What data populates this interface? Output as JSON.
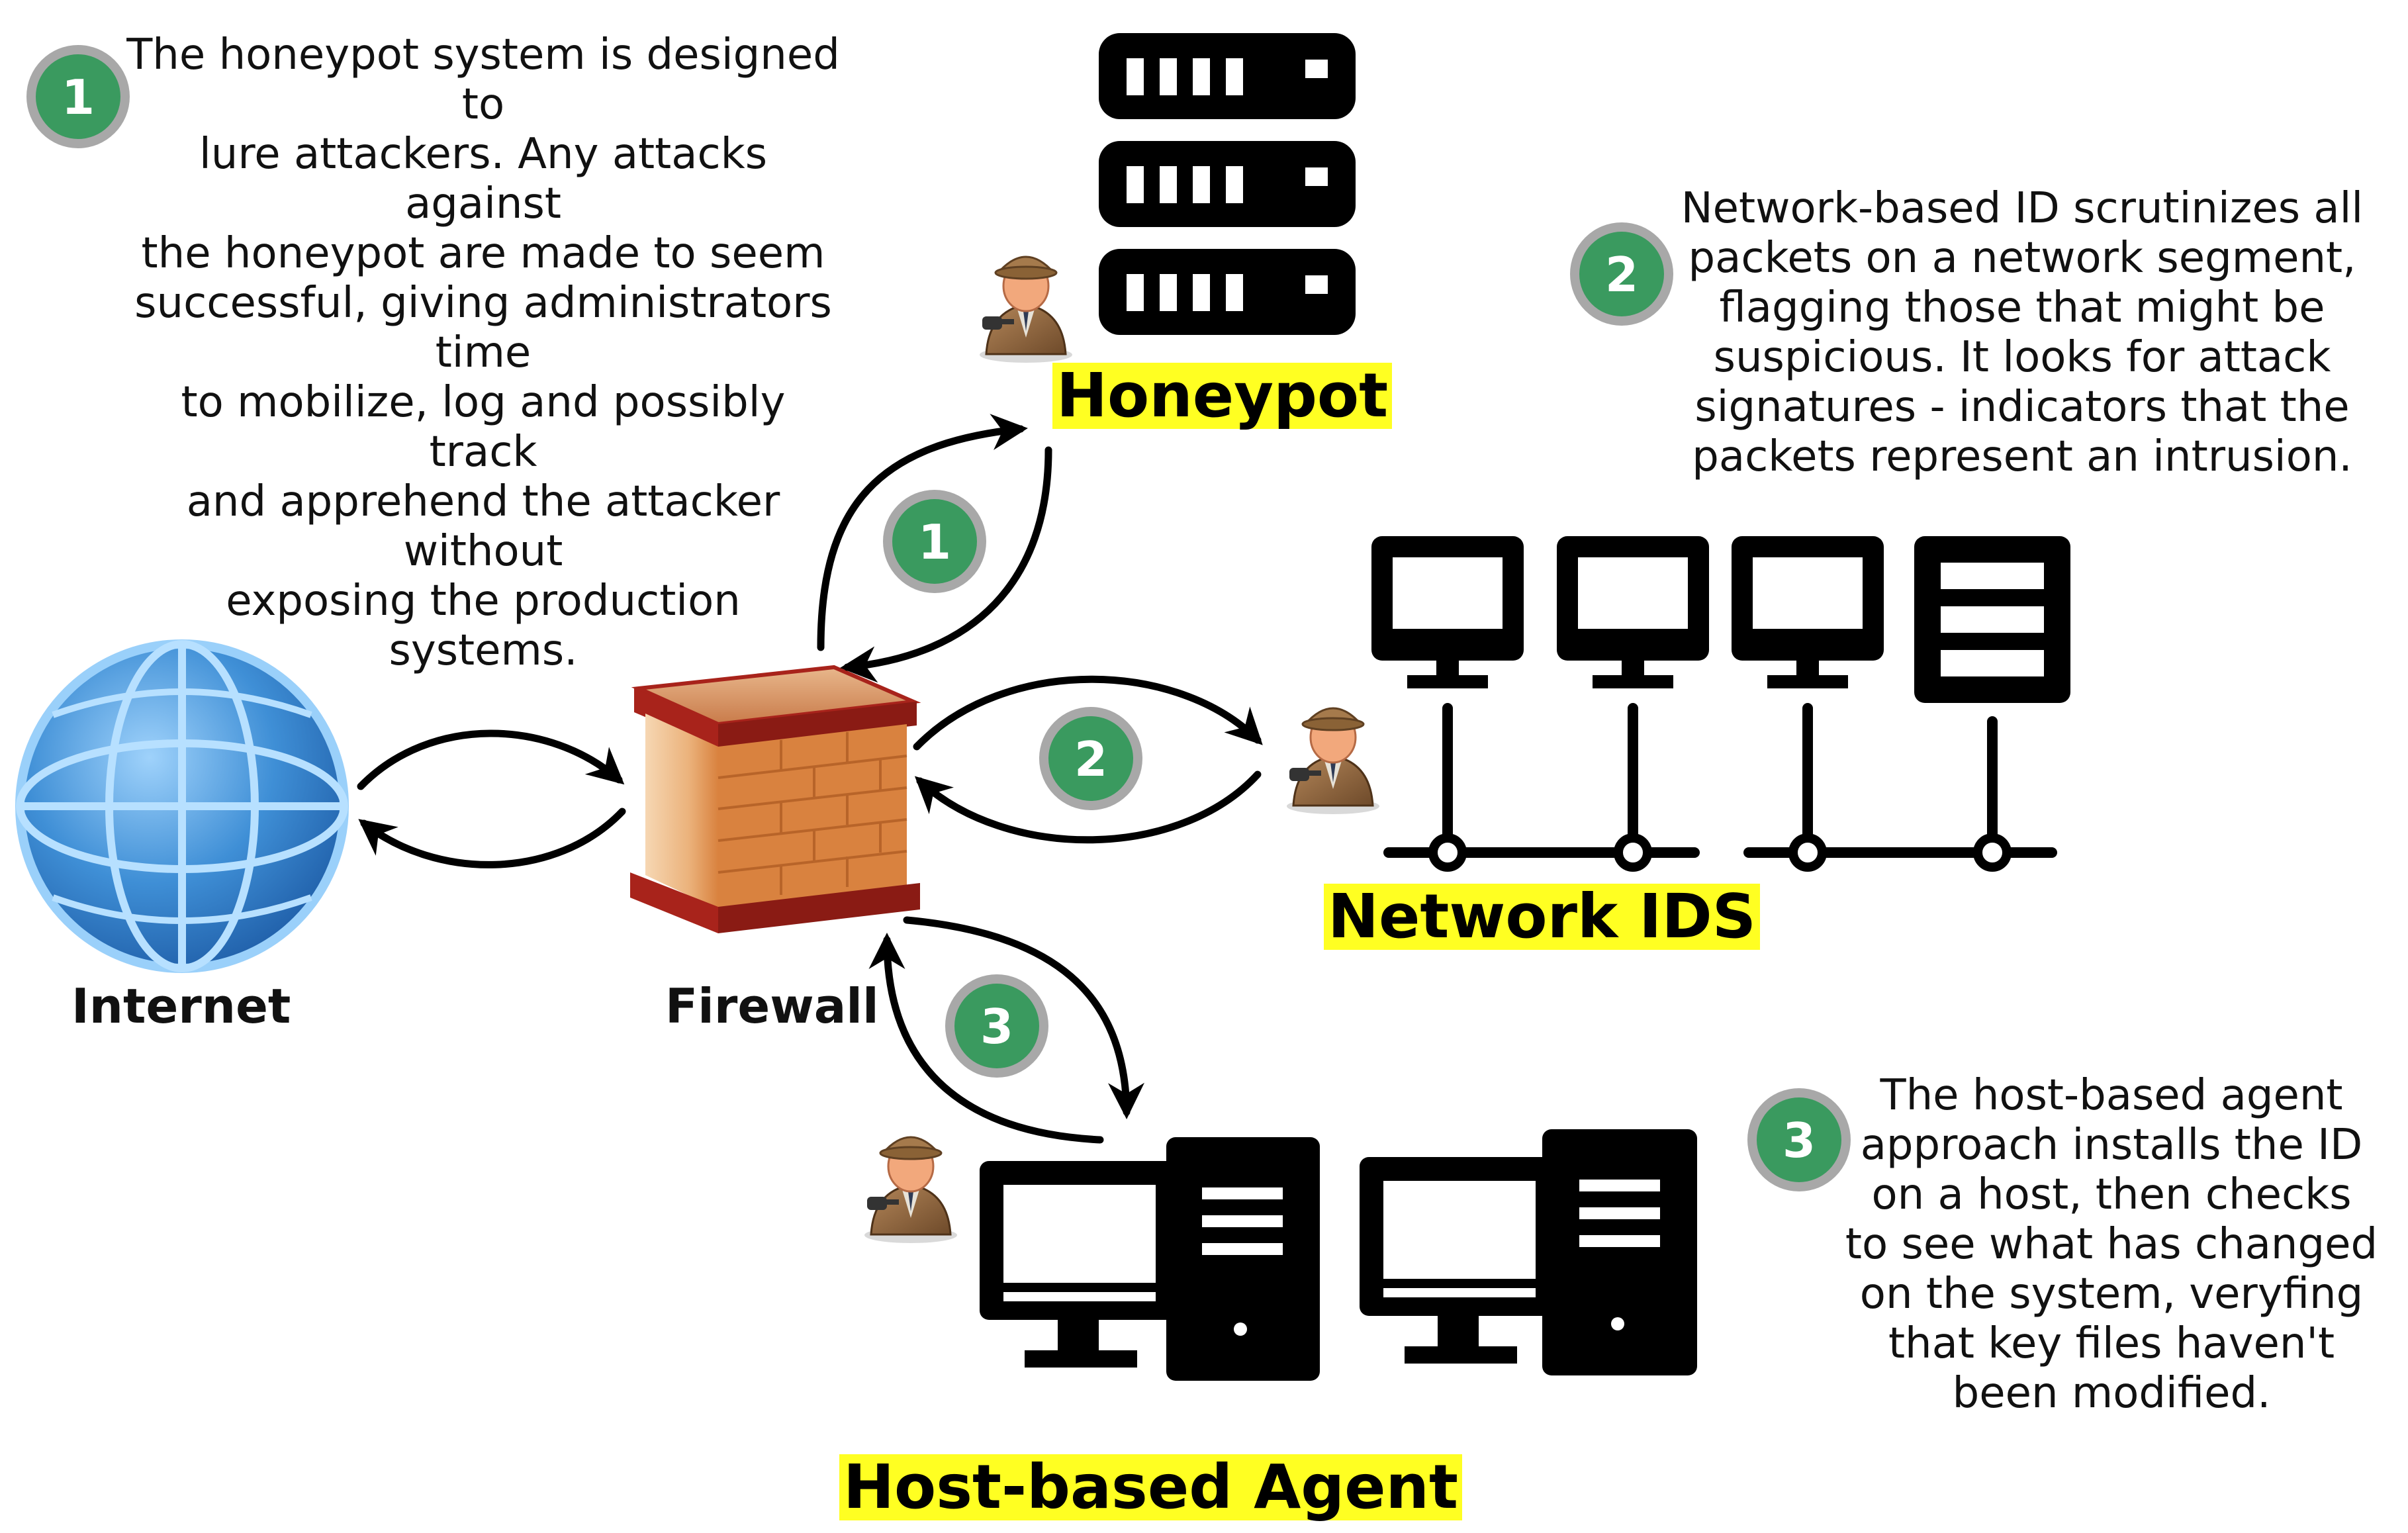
{
  "descriptions": {
    "honeypot": "The honeypot system is designed to\nlure attackers. Any attacks against\nthe honeypot are made to seem\nsuccessful, giving administrators time\nto mobilize, log and possibly track\nand apprehend the attacker without\nexposing the production systems.",
    "network_ids": "Network-based ID scrutinizes all\npackets on a network segment,\nflagging those that might be\nsuspicious. It looks for attack\nsignatures - indicators that the\npackets represent an intrusion.",
    "host_agent": "The host-based agent\napproach installs the ID\non a host, then checks\nto see what has changed\non the system, veryfing\nthat key files haven't\nbeen modified."
  },
  "labels": {
    "honeypot": "Honeypot",
    "network_ids": "Network IDS",
    "host_agent": "Host-based Agent",
    "internet": "Internet",
    "firewall": "Firewall"
  },
  "badges": {
    "one": "1",
    "two": "2",
    "three": "3"
  },
  "colors": {
    "badge_fill": "#3a9a5f",
    "badge_ring": "#a8a8a8",
    "highlight": "#ffff22",
    "icon": "#000000",
    "globe": "#3f8fd6",
    "firewall_brick": "#d9823f",
    "firewall_roof": "#a8231b"
  },
  "icons": {
    "server": "server-rack-icon",
    "network": "network-workstations-icon",
    "hosts": "desktop-computer-icon",
    "globe": "globe-icon",
    "firewall": "firewall-brick-icon",
    "agent": "detective-agent-icon"
  }
}
